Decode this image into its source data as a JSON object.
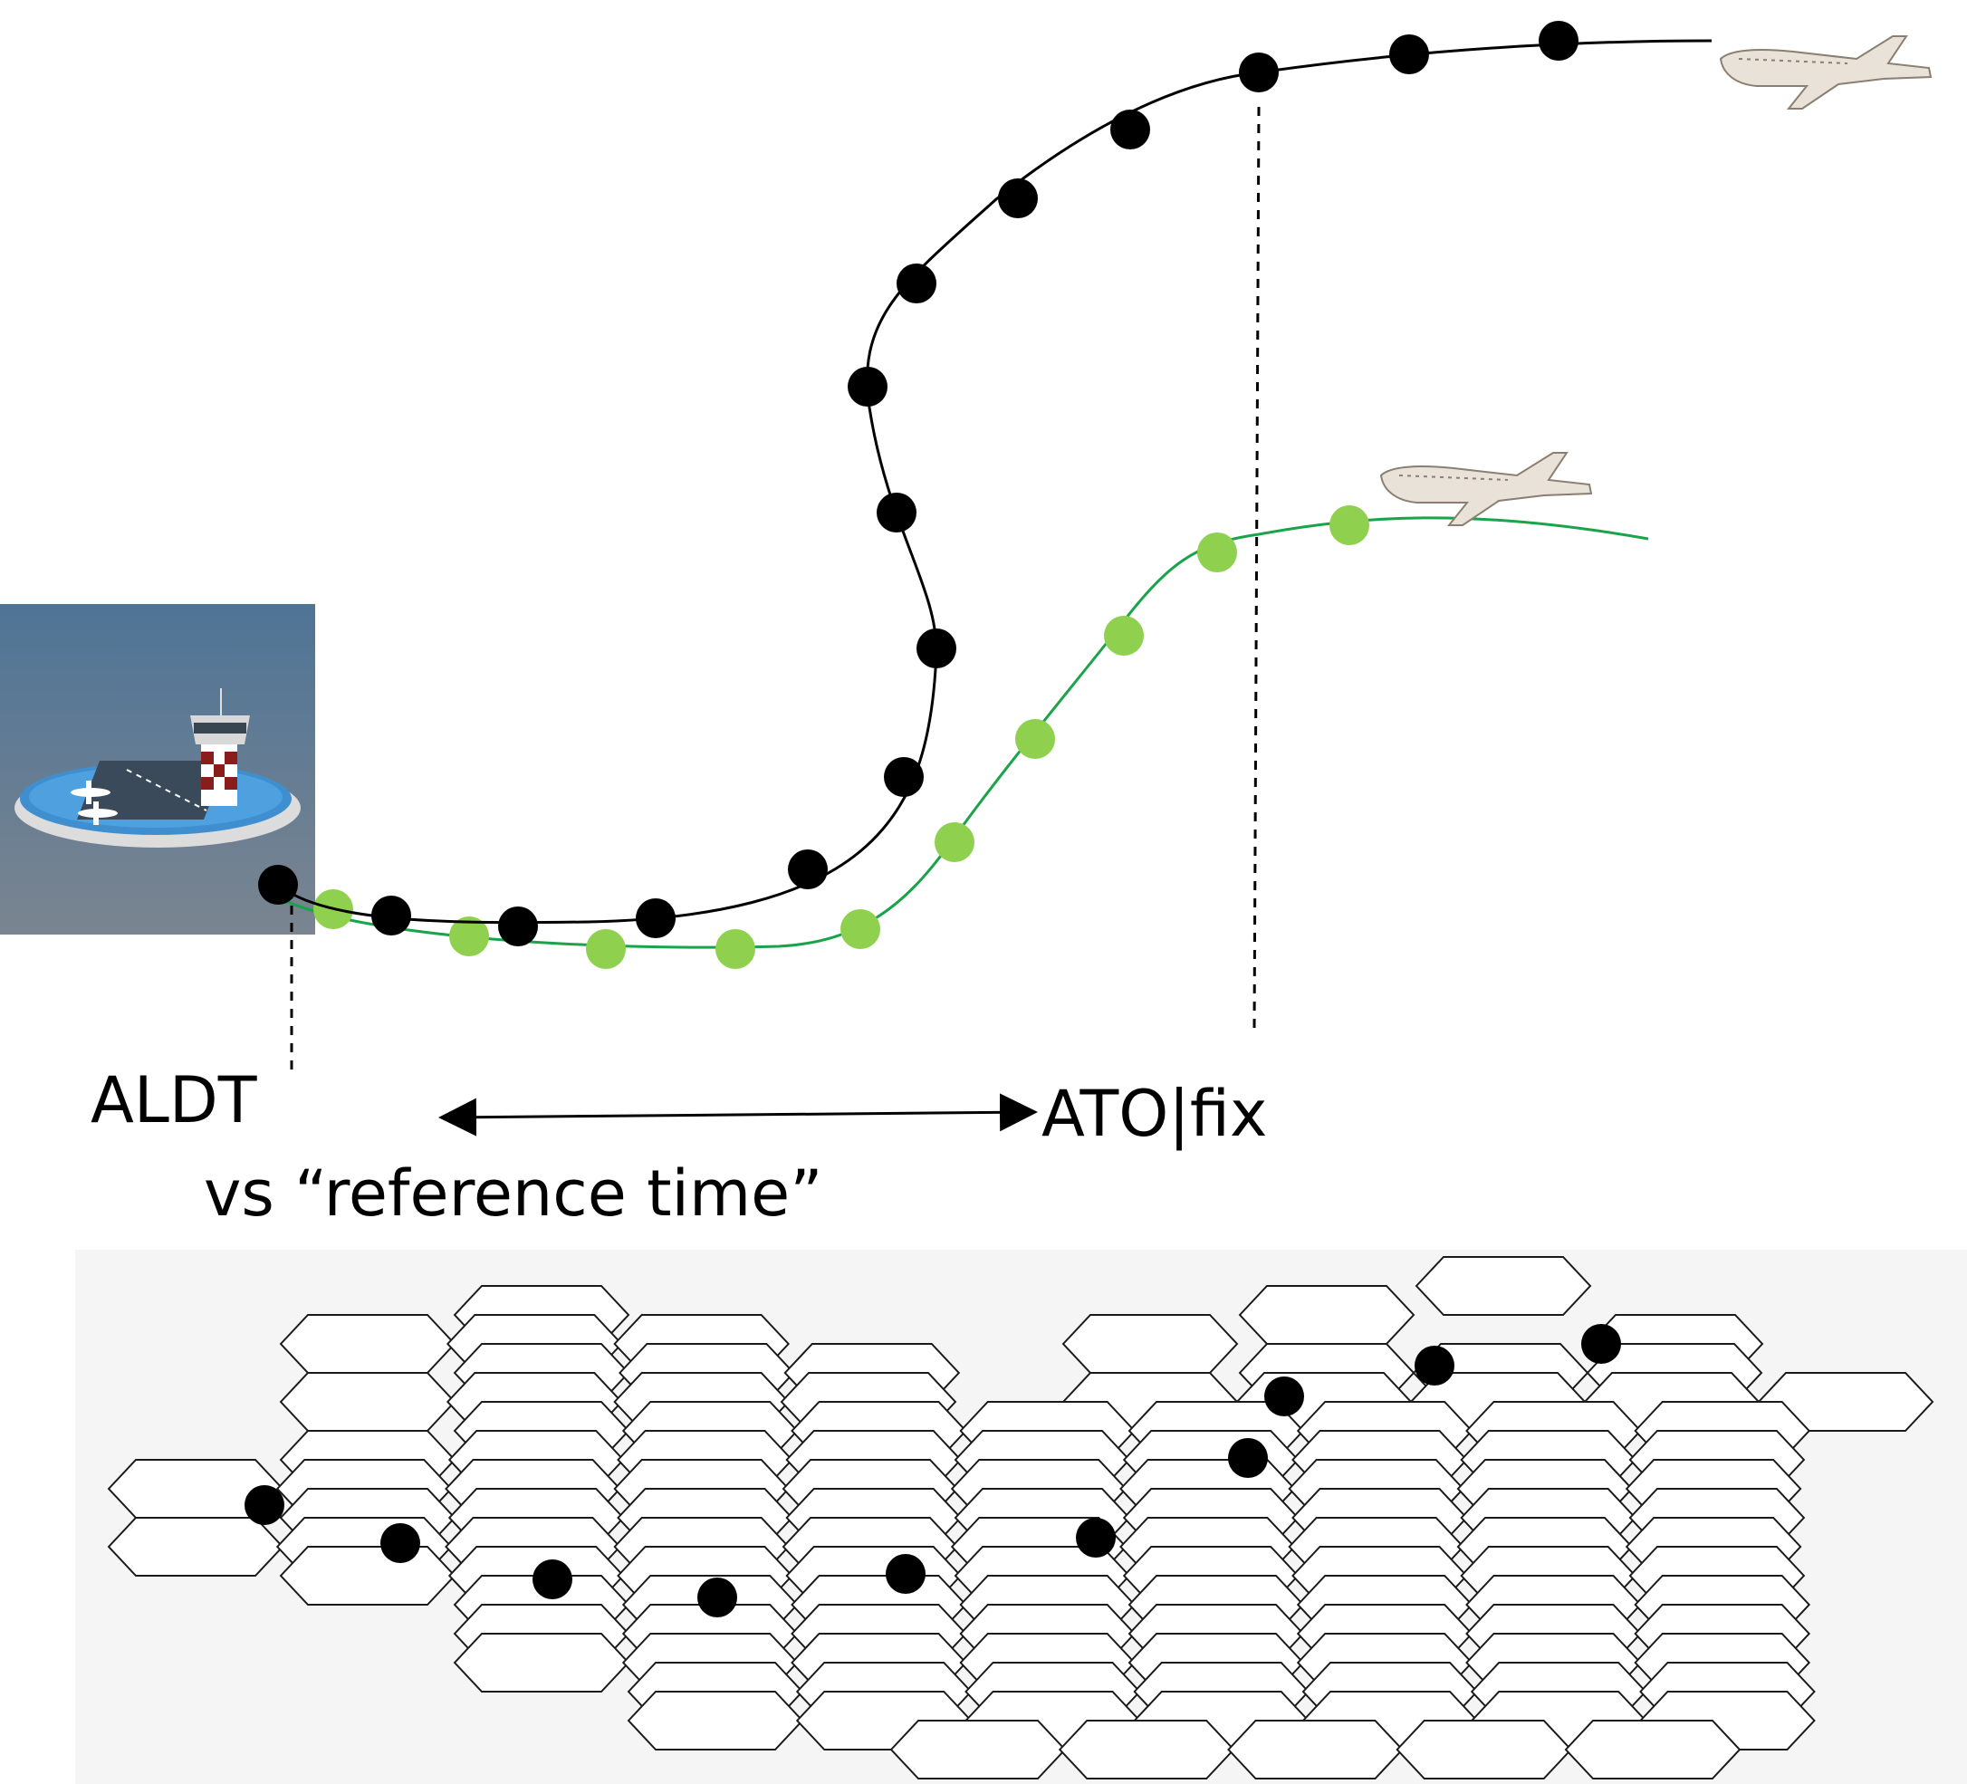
{
  "labels": {
    "aldt": "ALDT",
    "ato_fix": "ATO|fix",
    "reference": "vs “reference time”"
  },
  "colors": {
    "black_track": "#000000",
    "green_track_line": "#1aa34a",
    "green_track_points": "#8fd14f",
    "hex_panel_bg": "#f5f5f5",
    "hex_stroke": "#1a1a1a",
    "airport_bg_top": "#4f7496",
    "airport_bg_bottom": "#7a8590",
    "airport_disc": "#3f8fd0"
  },
  "icons": {
    "airport": "airport-tower-icon",
    "aircraft": "airliner-icon"
  }
}
